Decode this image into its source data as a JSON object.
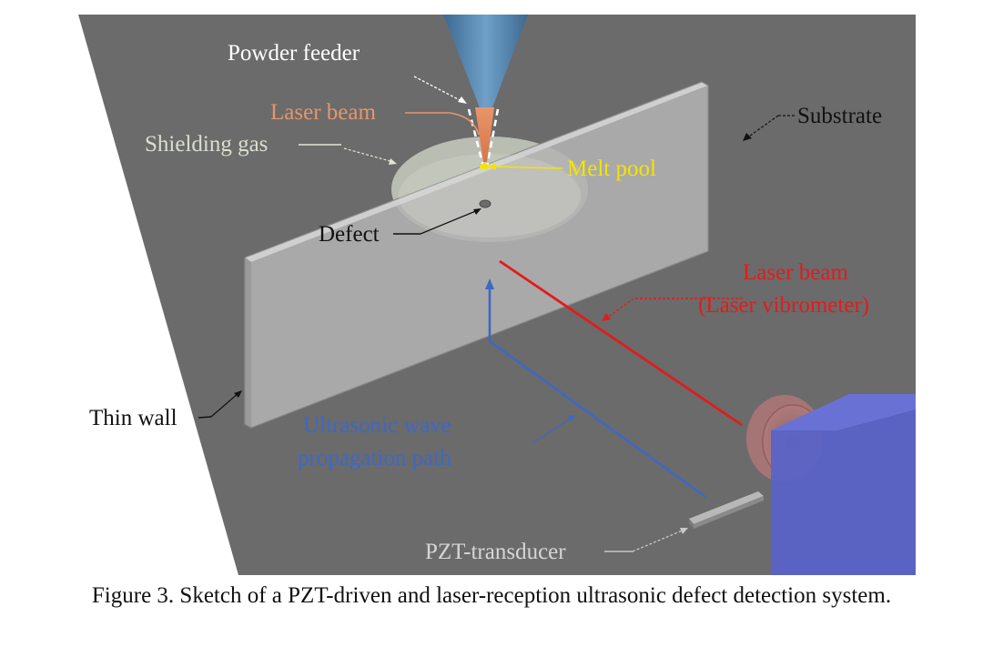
{
  "figure": {
    "labels": {
      "powder_feeder": "Powder feeder",
      "laser_beam_top": "Laser beam",
      "shielding_gas": "Shielding gas",
      "melt_pool": "Melt pool",
      "substrate": "Substrate",
      "defect": "Defect",
      "laser_beam_vib_line1": "Laser beam",
      "laser_beam_vib_line2": "(Laser vibrometer)",
      "thin_wall": "Thin wall",
      "ultrasonic_line1": "Ultrasonic wave",
      "ultrasonic_line2": "propagation path",
      "pzt_transducer": "PZT-transducer"
    },
    "caption": "Figure 3. Sketch of a PZT-driven and laser-reception ultrasonic defect detection system."
  },
  "colors": {
    "substrate": "#6b6b6b",
    "thin_wall": "#a9a9a9",
    "nozzle": "#4f7ea8",
    "laser_top": "#e8956a",
    "shield_gas": "#c4cbbd",
    "melt_pool": "#f5e400",
    "laser_vib": "#e31b1b",
    "ultrasonic": "#3e68c4",
    "vibrometer_box": "#5a63c6",
    "text_dark": "#111111",
    "text_white": "#ffffff"
  }
}
